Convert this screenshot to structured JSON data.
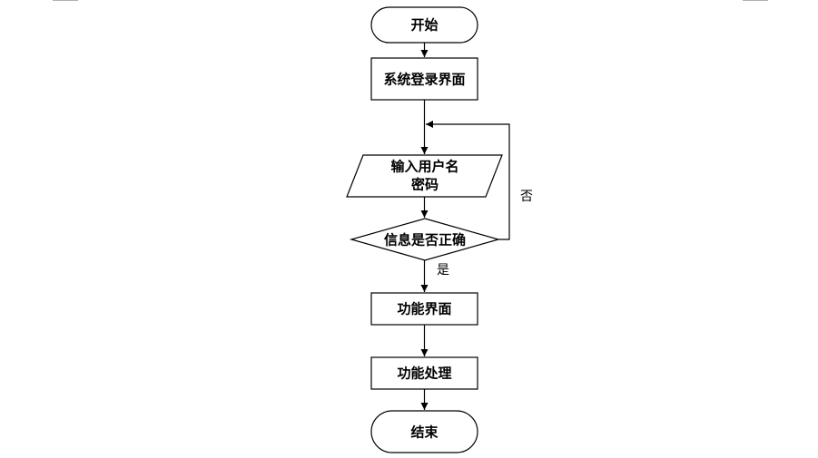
{
  "flowchart": {
    "start": "开始",
    "login_screen": "系统登录界面",
    "input_line1": "输入用户名",
    "input_line2": "密码",
    "decision": "信息是否正确",
    "function_screen": "功能界面",
    "function_process": "功能处理",
    "end": "结束",
    "no_label": "否",
    "yes_label": "是"
  }
}
